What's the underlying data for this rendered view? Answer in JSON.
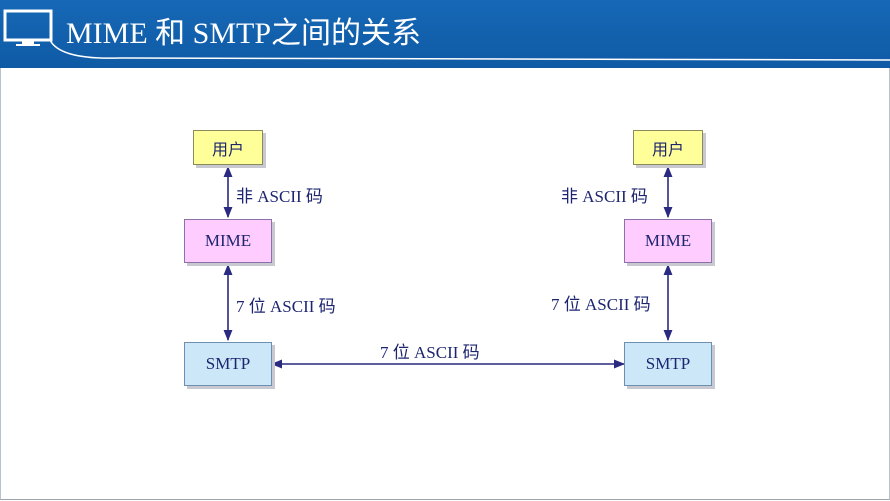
{
  "header": {
    "title": "MIME 和 SMTP之间的关系"
  },
  "left": {
    "user": "用户",
    "mime": "MIME",
    "smtp": "SMTP",
    "label_top": "非 ASCII 码",
    "label_mid": "7 位 ASCII 码"
  },
  "right": {
    "user": "用户",
    "mime": "MIME",
    "smtp": "SMTP",
    "label_top": "非 ASCII 码",
    "label_mid": "7 位 ASCII 码"
  },
  "link_label": "7 位 ASCII 码",
  "colors": {
    "header_bg": "#1668b6",
    "user_box": "#ffff99",
    "mime_box": "#ffccff",
    "smtp_box": "#cce8f8",
    "arrow": "#2a2a80"
  }
}
